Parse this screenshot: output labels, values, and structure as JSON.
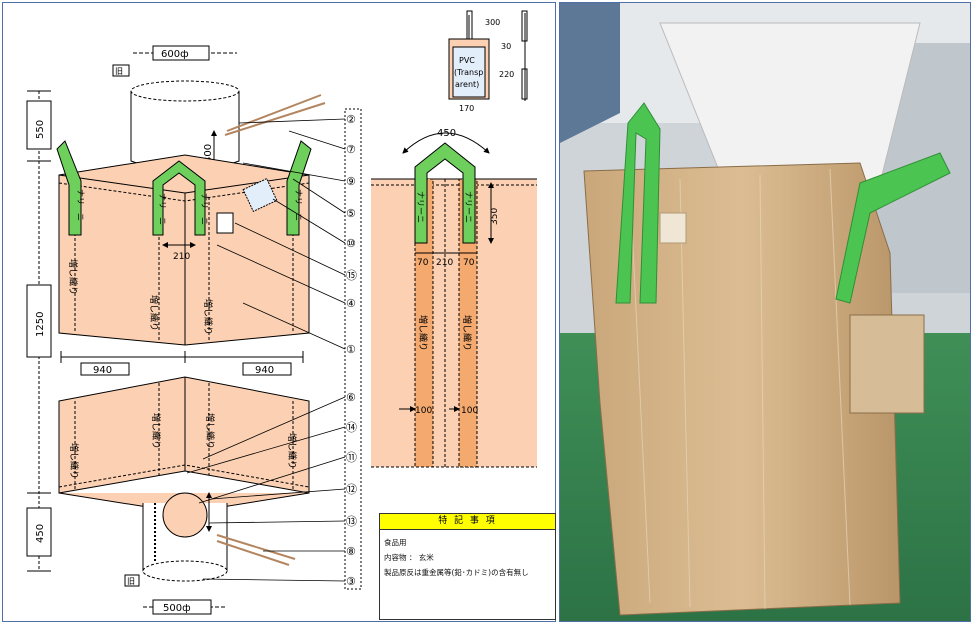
{
  "drawing": {
    "dims": {
      "top_dia": "600ф",
      "bottom_dia": "500ф",
      "spout_len": "300",
      "height_550": "550",
      "height_1250": "1250",
      "height_450": "450",
      "width_left": "940",
      "width_right": "940",
      "loop_gap": "210"
    },
    "loop_detail": {
      "span": "450",
      "loop_h": "350",
      "w_left": "70",
      "w_mid": "210",
      "w_right": "70",
      "reinf_left": "100",
      "reinf_right": "100",
      "reinf_text": "増し織り"
    },
    "pocket": {
      "label_line1": "PVC",
      "label_line2": "(Transp",
      "label_line3": "arent)",
      "h_top": "300",
      "h_gap": "30",
      "h_body": "220",
      "width": "170"
    },
    "belt_text": "ナリーニ",
    "reinforce_text": "増し織り",
    "part_numbers": [
      "②",
      "⑦",
      "⑨",
      "⑤",
      "⑩",
      "⑮",
      "④",
      "①",
      "⑥",
      "⑭",
      "⑪",
      "⑫",
      "⑬",
      "⑧",
      "③"
    ],
    "tag_symbol": "旧"
  },
  "notes": {
    "header": "特 記 事 項",
    "lines": [
      "食品用",
      "内容物 ： 玄米",
      "製品原反は重金属等(鉛･カドミ)の含有無し"
    ]
  },
  "colors": {
    "bag_body": "#fcd0b2",
    "loop_green": "#6ecf5c",
    "notes_header": "#ffff00",
    "frame_border": "#4f6fa8"
  }
}
